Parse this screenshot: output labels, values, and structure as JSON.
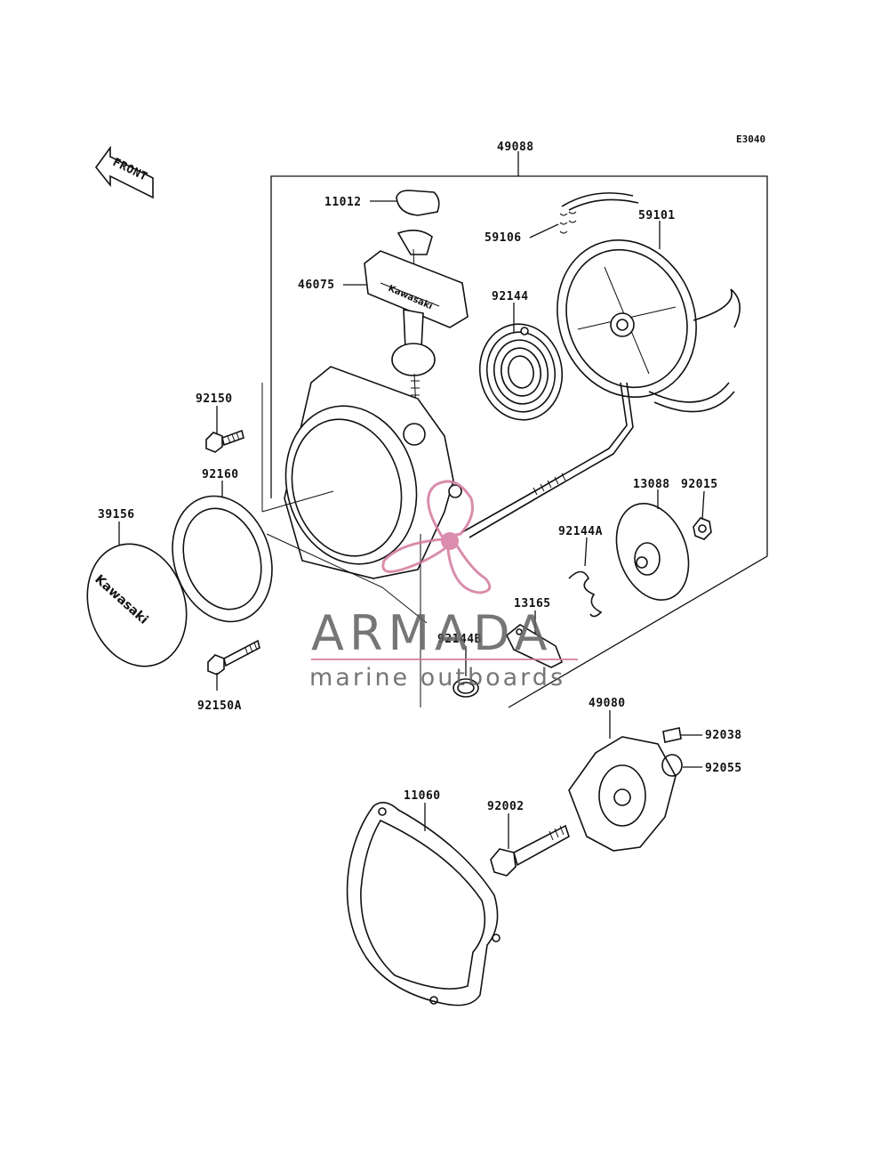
{
  "diagram": {
    "code": "E3040",
    "front_text": "FRONT",
    "brand_cap": "Kawasaki",
    "brand_handle": "Kawasaki"
  },
  "labels": {
    "p49088": "49088",
    "p11012": "11012",
    "p59106": "59106",
    "p59101": "59101",
    "p46075": "46075",
    "p92144": "92144",
    "p92150": "92150",
    "p92160": "92160",
    "p39156": "39156",
    "p13088": "13088",
    "p92015": "92015",
    "p92144A": "92144A",
    "p13165": "13165",
    "p92144B": "92144B",
    "p92150A": "92150A",
    "p49080": "49080",
    "p92038": "92038",
    "p92055": "92055",
    "p11060": "11060",
    "p92002": "92002"
  },
  "watermark": {
    "title": "ARMADA",
    "subtitle": "marine outboards",
    "title_color": "#5f5f5f",
    "accent_color": "#d47a9e"
  }
}
